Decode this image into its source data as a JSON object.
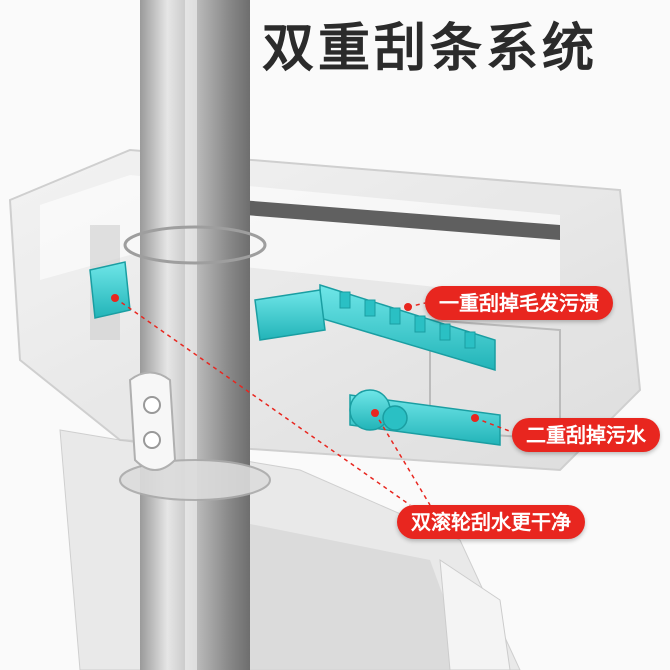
{
  "title": "双重刮条系统",
  "callouts": [
    {
      "text": "一重刮掉毛发污渍"
    },
    {
      "text": "二重刮掉污水"
    },
    {
      "text": "双滚轮刮水更干净"
    }
  ],
  "colors": {
    "accent": "#e8261f",
    "teal": "#3fd2d4",
    "title": "#2b2b2b"
  }
}
